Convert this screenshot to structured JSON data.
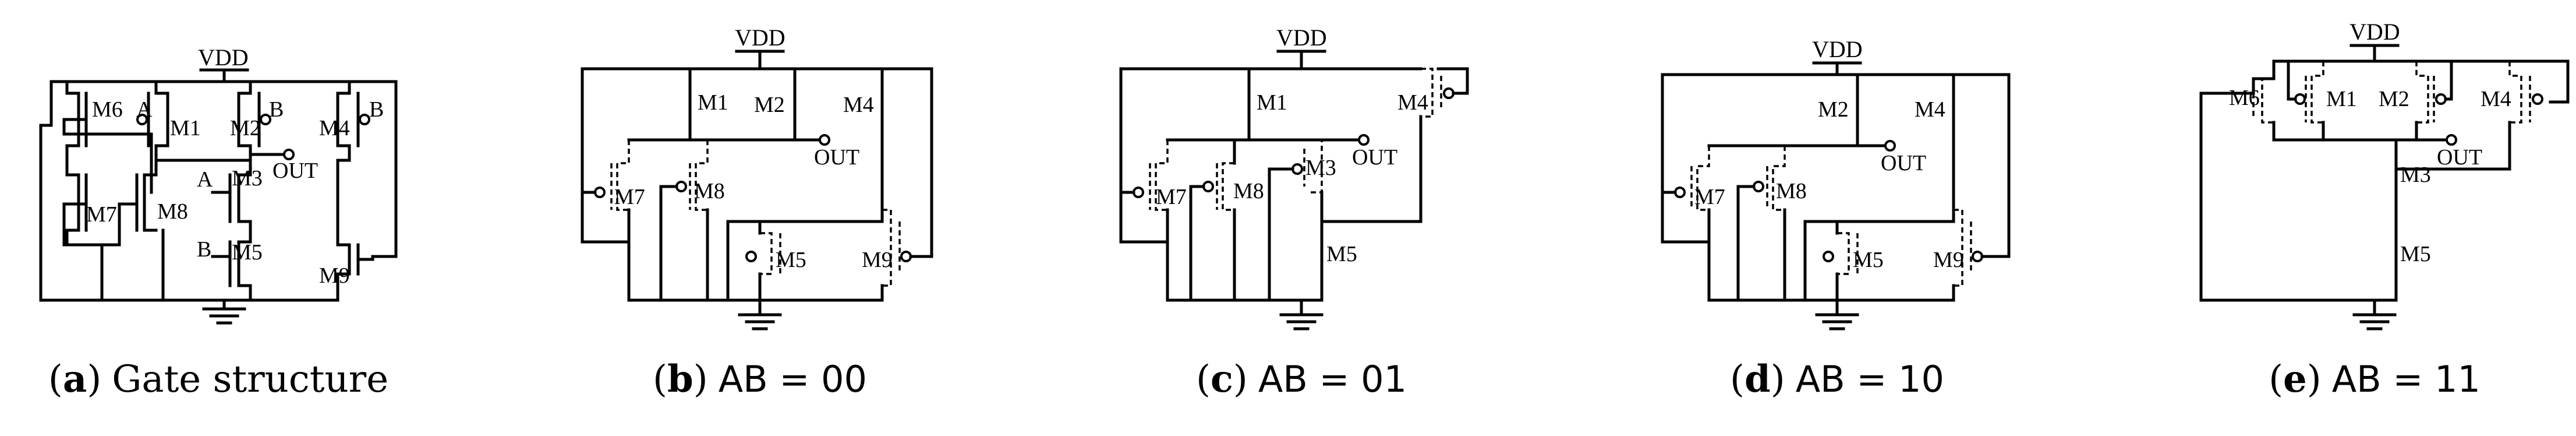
{
  "vdd_label": "VDD",
  "out_label": "OUT",
  "input_a": "A",
  "input_b": "B",
  "panels": [
    {
      "id": "a",
      "caption_letter": "(a)",
      "caption_paren_open": "(",
      "caption_letter_only": "a",
      "caption_paren_close": ")",
      "caption_text": "Gate structure",
      "transistors": [
        "M6",
        "M1",
        "M2",
        "M4",
        "M3",
        "M7",
        "M8",
        "M5",
        "M9"
      ]
    },
    {
      "id": "b",
      "caption_paren_open": "(",
      "caption_letter_only": "b",
      "caption_paren_close": ")",
      "caption_text": "AB = 00",
      "transistors": [
        "M1",
        "M2",
        "M4",
        "M7",
        "M8",
        "M5",
        "M9"
      ]
    },
    {
      "id": "c",
      "caption_paren_open": "(",
      "caption_letter_only": "c",
      "caption_paren_close": ")",
      "caption_text": "AB = 01",
      "transistors": [
        "M1",
        "M4",
        "M7",
        "M8",
        "M3",
        "M5"
      ]
    },
    {
      "id": "d",
      "caption_paren_open": "(",
      "caption_letter_only": "d",
      "caption_paren_close": ")",
      "caption_text": "AB = 10",
      "transistors": [
        "M2",
        "M4",
        "M7",
        "M8",
        "M5",
        "M9"
      ]
    },
    {
      "id": "e",
      "caption_paren_open": "(",
      "caption_letter_only": "e",
      "caption_paren_close": ")",
      "caption_text": "AB = 11",
      "transistors": [
        "M6",
        "M1",
        "M2",
        "M4",
        "M3",
        "M5"
      ]
    }
  ]
}
